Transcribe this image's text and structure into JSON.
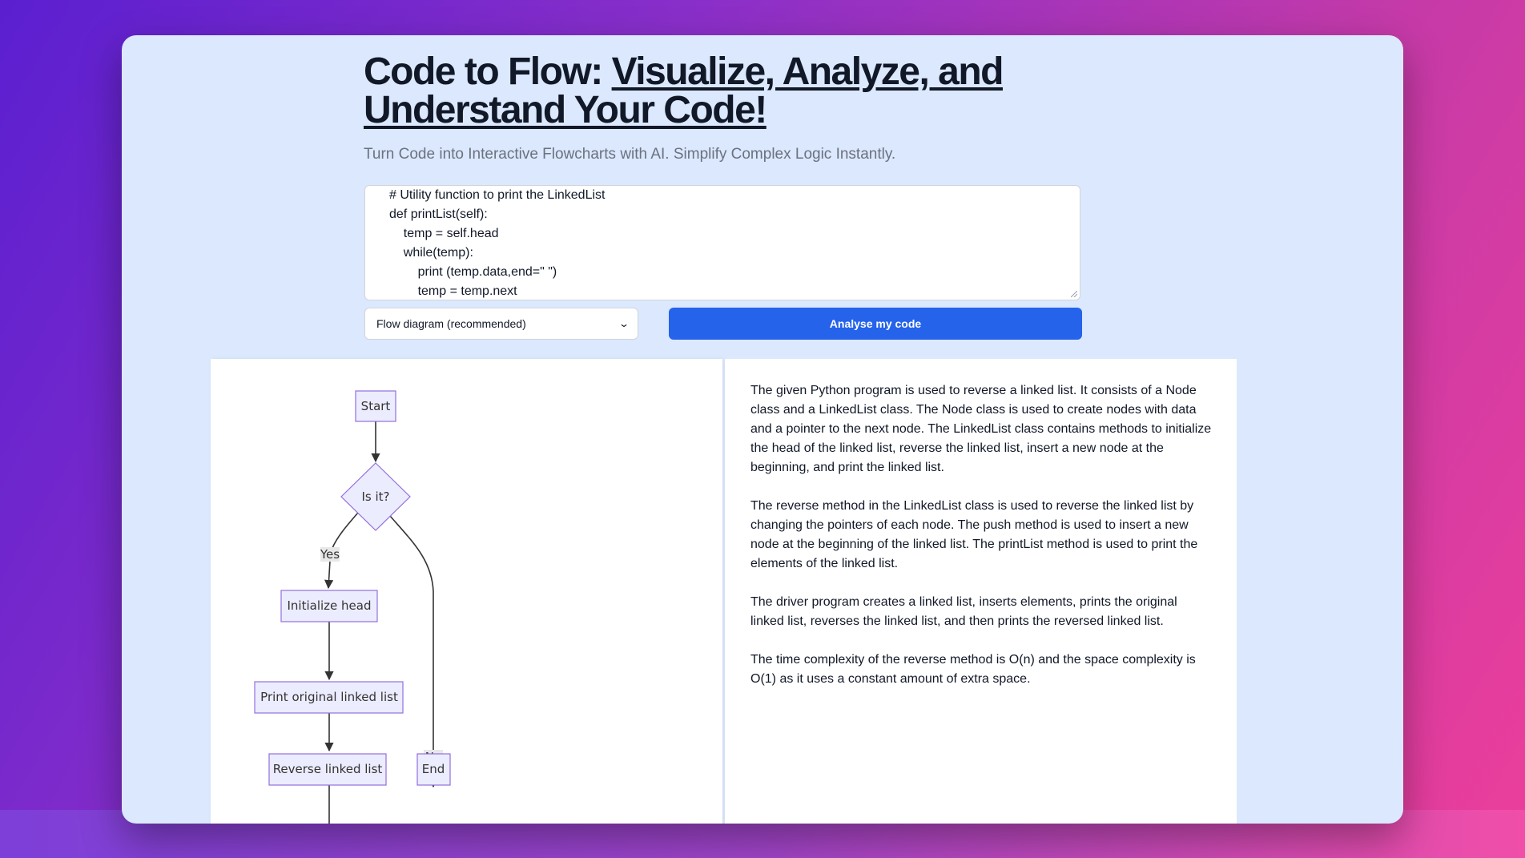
{
  "header": {
    "title_plain": "Code to Flow: ",
    "title_link_line1": "Visualize, Analyze, and",
    "title_link_line2": "Understand Your Code!",
    "subtitle": "Turn Code into Interactive Flowcharts with AI. Simplify Complex Logic Instantly."
  },
  "code_input": {
    "lines": [
      "# Utility function to print the LinkedList",
      "def printList(self):",
      "    temp = self.head",
      "    while(temp):",
      "        print (temp.data,end=\" \")",
      "        temp = temp.next"
    ]
  },
  "controls": {
    "diagram_type": "Flow diagram (recommended)",
    "analyse_label": "Analyse my code"
  },
  "flowchart": {
    "start": "Start",
    "decision": "Is it?",
    "yes_label": "Yes",
    "no_label": "No",
    "init_head": "Initialize head",
    "print_original": "Print original linked list",
    "reverse": "Reverse linked list",
    "end": "End"
  },
  "explanation": {
    "paragraphs": [
      "The given Python program is used to reverse a linked list. It consists of a Node class and a LinkedList class. The Node class is used to create nodes with data and a pointer to the next node. The LinkedList class contains methods to initialize the head of the linked list, reverse the linked list, insert a new node at the beginning, and print the linked list.",
      "The reverse method in the LinkedList class is used to reverse the linked list by changing the pointers of each node. The push method is used to insert a new node at the beginning of the linked list. The printList method is used to print the elements of the linked list.",
      "The driver program creates a linked list, inserts elements, prints the original linked list, reverses the linked list, and then prints the reversed linked list.",
      "The time complexity of the reverse method is O(n) and the space complexity is O(1) as it uses a constant amount of extra space."
    ]
  },
  "colors": {
    "button_blue": "#2563eb",
    "node_fill": "#ececff",
    "node_stroke": "#9370db"
  }
}
